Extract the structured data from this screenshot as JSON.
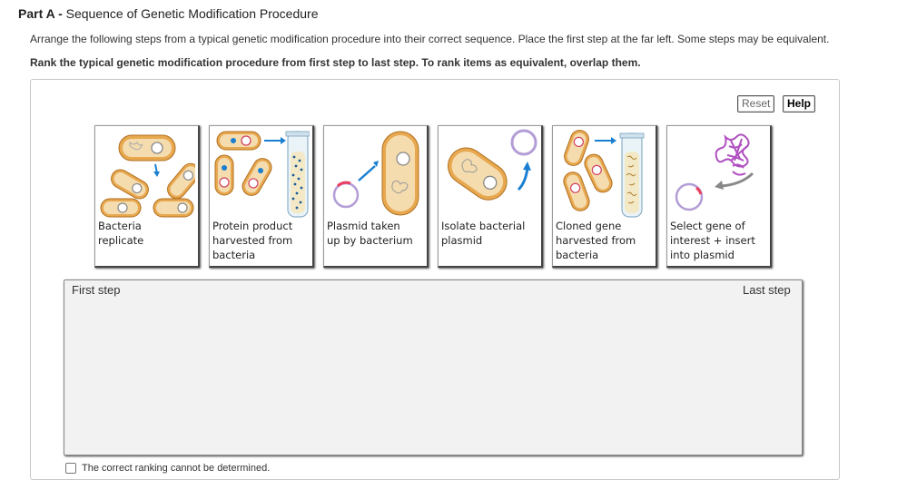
{
  "part": {
    "prefix": "Part A - ",
    "title": "Sequence of Genetic Modification Procedure"
  },
  "instructions": "Arrange the following steps from a typical genetic modification procedure into their correct sequence. Place the first step at the far left. Some steps may be equivalent.",
  "rank_instructions": "Rank the typical genetic modification procedure from first step to last step. To rank items as equivalent, overlap them.",
  "buttons": {
    "reset": "Reset",
    "help": "Help"
  },
  "cards": [
    {
      "line1": "Bacteria",
      "line2": "replicate",
      "line3": ""
    },
    {
      "line1": "Protein product",
      "line2": "harvested from",
      "line3": "bacteria"
    },
    {
      "line1": "Plasmid taken",
      "line2": "up by bacterium",
      "line3": ""
    },
    {
      "line1": "Isolate bacterial",
      "line2": "plasmid",
      "line3": ""
    },
    {
      "line1": "Cloned gene",
      "line2": "harvested from",
      "line3": "bacteria"
    },
    {
      "line1": "Select gene of",
      "line2": "interest + insert",
      "line3": "into plasmid"
    }
  ],
  "dropzone": {
    "first": "First step",
    "last": "Last step"
  },
  "checkbox_label": "The correct ranking cannot be determined.",
  "colors": {
    "bacteria_fill": "#e8a850",
    "bacteria_inner": "#f4dcae",
    "arrow": "#1a7fd0",
    "plasmid": "#b39dd6",
    "insert": "#e84060",
    "dna": "#b050c0"
  }
}
